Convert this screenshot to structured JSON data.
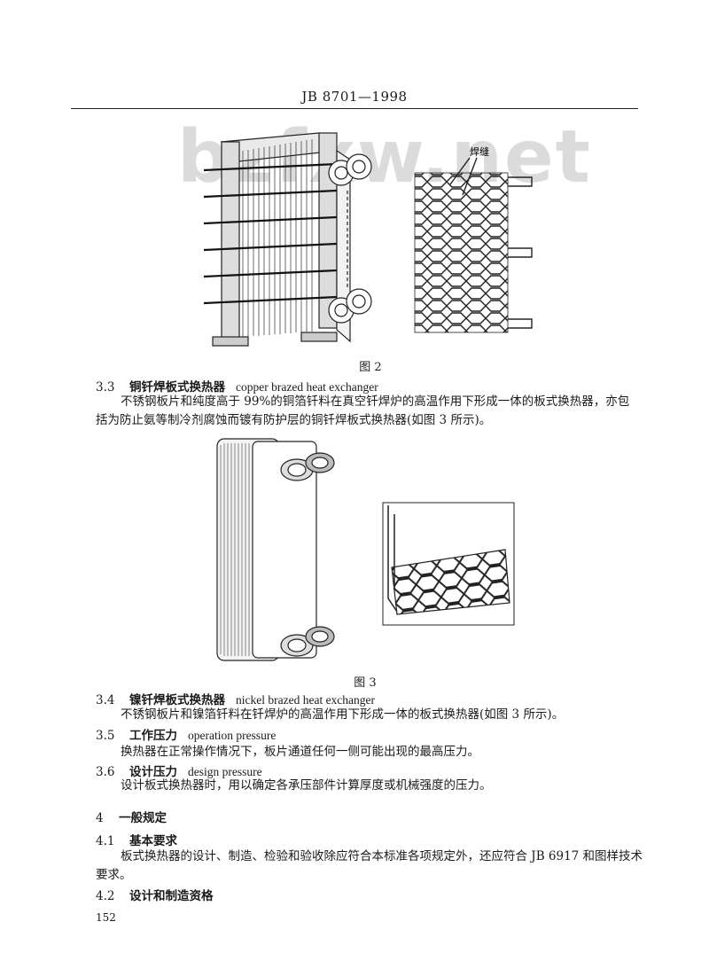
{
  "header": {
    "code": "JB 8701—1998"
  },
  "watermark": {
    "text": "bzfxw.net"
  },
  "figure2": {
    "caption": "图 2",
    "weld_label": "焊缝"
  },
  "section_3_3": {
    "number": "3.3",
    "title_zh": "铜钎焊板式换热器",
    "title_en": "copper brazed heat exchanger",
    "body_line1": "不锈钢板片和纯度高于 99%的铜箔钎料在真空钎焊炉的高温作用下形成一体的板式换热器，亦包",
    "body_line2": "括为防止氨等制冷剂腐蚀而镀有防护层的铜钎焊板式换热器(如图 3 所示)。"
  },
  "figure3": {
    "caption": "图 3"
  },
  "section_3_4": {
    "number": "3.4",
    "title_zh": "镍钎焊板式换热器",
    "title_en": "nickel brazed heat exchanger",
    "body": "不锈钢板片和镍箔钎料在钎焊炉的高温作用下形成一体的板式换热器(如图 3 所示)。"
  },
  "section_3_5": {
    "number": "3.5",
    "title_zh": "工作压力",
    "title_en": "operation pressure",
    "body": "换热器在正常操作情况下，板片通道任何一侧可能出现的最高压力。"
  },
  "section_3_6": {
    "number": "3.6",
    "title_zh": "设计压力",
    "title_en": "design pressure",
    "body": "设计板式换热器时，用以确定各承压部件计算厚度或机械强度的压力。"
  },
  "section_4": {
    "number": "4",
    "title_zh": "一般规定"
  },
  "section_4_1": {
    "number": "4.1",
    "title_zh": "基本要求",
    "body_line1": "板式换热器的设计、制造、检验和验收除应符合本标准各项规定外，还应符合 JB 6917 和图样技术",
    "body_line2": "要求。"
  },
  "section_4_2": {
    "number": "4.2",
    "title_zh": "设计和制造资格"
  },
  "footer": {
    "page_number": "152"
  }
}
